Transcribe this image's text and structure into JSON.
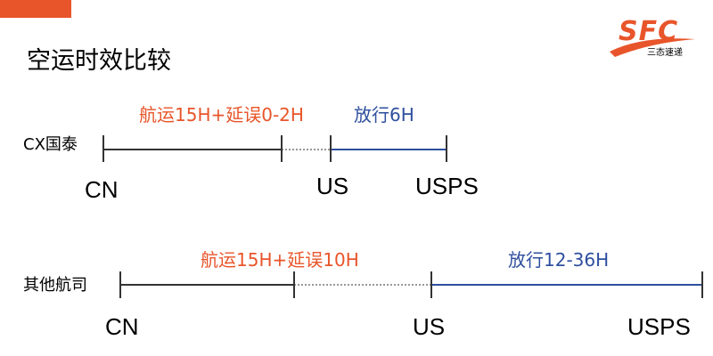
{
  "title": "空运时效比较",
  "logo": {
    "brand": "SFC",
    "subtitle": "三态速递"
  },
  "colors": {
    "accent": "#e8552a",
    "blue": "#2e4f9e",
    "line": "#333333"
  },
  "rows": [
    {
      "label": "CX国泰",
      "flight_label": "航运15H+延误0-2H",
      "release_label": "放行6H",
      "nodes": [
        "CN",
        "US",
        "USPS"
      ]
    },
    {
      "label": "其他航司",
      "flight_label": "航运15H+延误10H",
      "release_label": "放行12-36H",
      "nodes": [
        "CN",
        "US",
        "USPS"
      ]
    }
  ]
}
